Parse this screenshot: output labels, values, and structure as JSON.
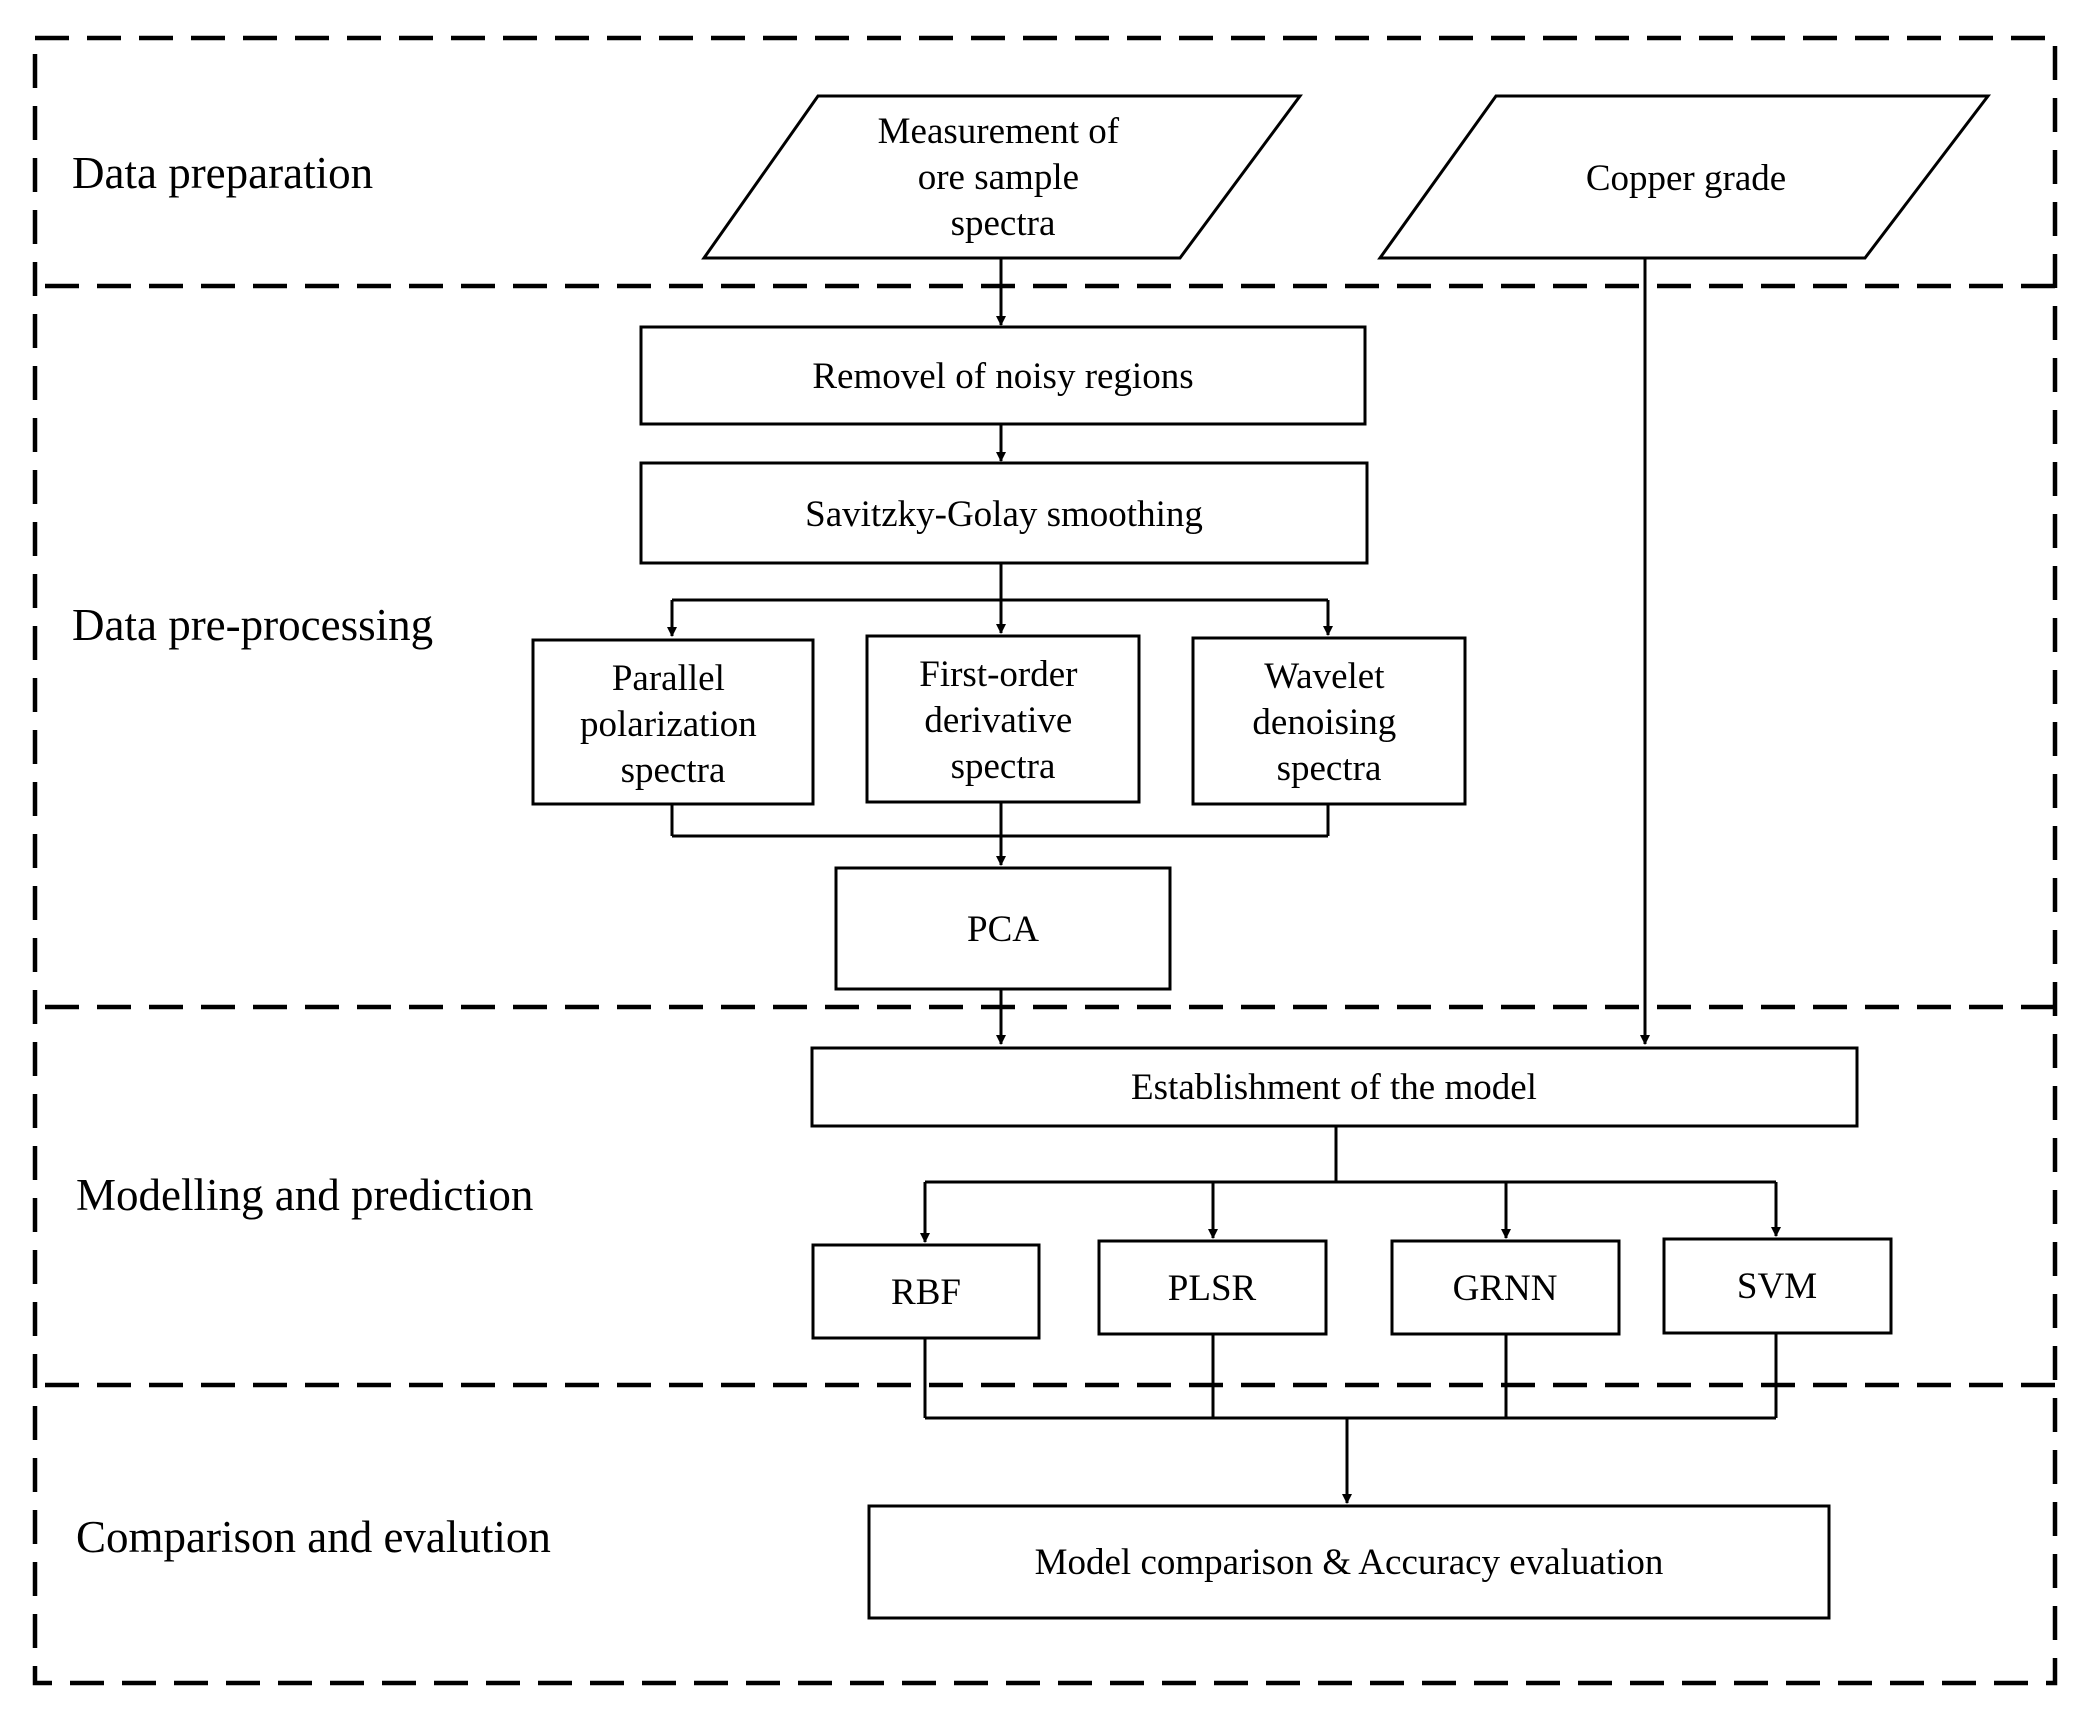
{
  "stages": {
    "preparation": "Data  preparation",
    "preprocessing": "Data  pre-processing",
    "modelling": "Modelling and prediction",
    "evaluation": "Comparison and evalution"
  },
  "nodes": {
    "measurement": [
      "Measurement of",
      "ore sample",
      "spectra"
    ],
    "copper_grade": [
      "Copper  grade"
    ],
    "remove_noise": [
      "Removel of noisy regions"
    ],
    "sg_smoothing": [
      "Savitzky-Golay smoothing"
    ],
    "parallel_pol": [
      "Parallel",
      "polarization",
      "spectra"
    ],
    "first_order": [
      "First-order",
      "derivative",
      "spectra"
    ],
    "wavelet": [
      "Wavelet",
      "denoising",
      "spectra"
    ],
    "pca": [
      "PCA"
    ],
    "establish_model": [
      "Establishment of the model"
    ],
    "rbf": [
      "RBF"
    ],
    "plsr": [
      "PLSR"
    ],
    "grnn": [
      "GRNN"
    ],
    "svm": [
      "SVM"
    ],
    "comparison": [
      "Model comparison & Accuracy evaluation"
    ]
  }
}
